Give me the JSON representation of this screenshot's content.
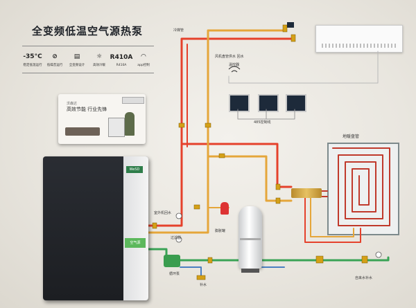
{
  "title": "全变频低温空气源热泵",
  "features": [
    {
      "icon": "-35°C",
      "icon_name": "thermometer-icon",
      "label": "稳定低温运行"
    },
    {
      "icon": "⊘",
      "icon_name": "quiet-icon",
      "label": "低噪音运行"
    },
    {
      "icon": "▤",
      "icon_name": "inverter-icon",
      "label": "全变频设计"
    },
    {
      "icon": "☼",
      "icon_name": "heat-cool-icon",
      "label": "高效冷暖"
    },
    {
      "icon": "R410A",
      "icon_name": "refrigerant-icon",
      "label": "R410A"
    },
    {
      "icon": "◠",
      "icon_name": "wifi-icon",
      "label": "app控制"
    }
  ],
  "ad_card": {
    "brand": "沃森达",
    "slogan": "高效节能 行业先锋"
  },
  "outdoor_unit": {
    "badge": "WeSD",
    "strip_label": "空气源"
  },
  "labels": {
    "pipe_top": "冷媒管",
    "line_outdoor": "室外机回水",
    "line_indoor": "风机盘管供水 回水",
    "thermostat": "温控器",
    "controller": "485控制线",
    "floor_heating": "地暖盘管",
    "expansion_tank": "膨胀罐",
    "gate_valve": "过滤器",
    "pump": "循环泵",
    "makeup": "补水",
    "tap_water": "自来水补水"
  },
  "colors": {
    "supply_pipe": "#e5412b",
    "return_pipe": "#e5a63a",
    "water_pipe": "#3aa356",
    "cold_pipe": "#4a7fc1",
    "control_line": "#b0b0b0",
    "floor_loop": "#c0392b"
  }
}
